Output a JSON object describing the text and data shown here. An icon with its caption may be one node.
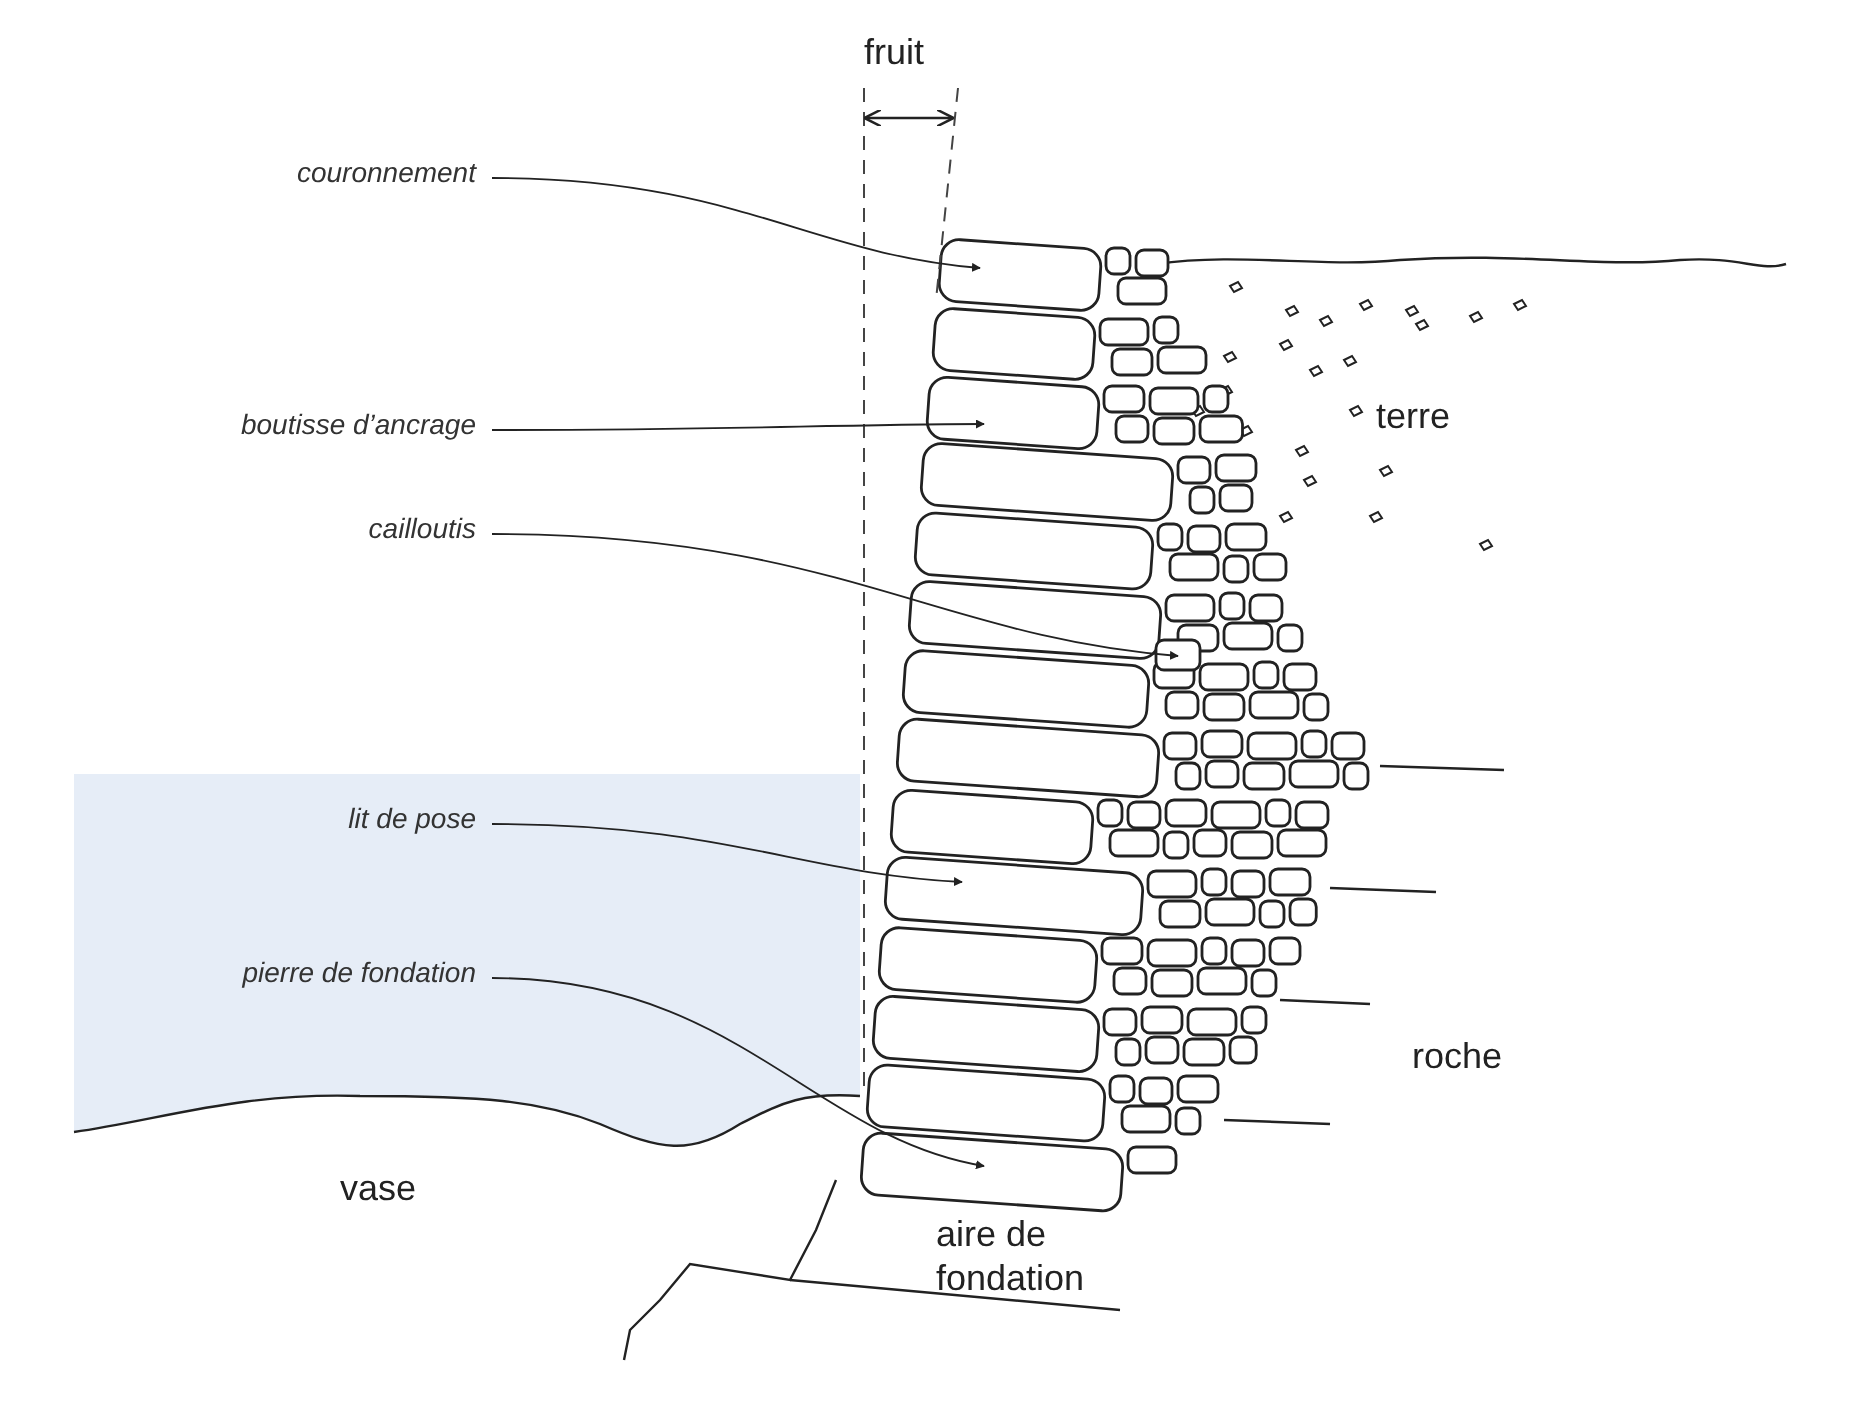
{
  "diagram": {
    "nodes": [
      {
        "text": [
          "couronnement"
        ]
      },
      {
        "text": [
          "boutisse d’ancrage"
        ]
      },
      {
        "text": [
          "cailloutis"
        ]
      },
      {
        "text": [
          "lit de pose"
        ]
      },
      {
        "text": [
          "pierre de fondation"
        ]
      },
      {
        "text": [],
        "shape": "stone"
      },
      {
        "text": [],
        "shape": "stone"
      },
      {
        "text": [],
        "shape": "stone"
      },
      {
        "text": [],
        "shape": "stone"
      }
    ],
    "edges": [
      {
        "from": 0,
        "to": 5,
        "arrow": "to"
      },
      {
        "from": 1,
        "to": 6,
        "arrow": "to"
      },
      {
        "from": 2,
        "to": 7,
        "arrow": "to"
      },
      {
        "from": 3,
        "to": null,
        "arrow": "to"
      },
      {
        "from": 4,
        "to": 8,
        "arrow": "to"
      }
    ],
    "labels": [
      "fruit",
      "terre",
      "roche",
      "vase",
      "aire de fondation"
    ]
  }
}
